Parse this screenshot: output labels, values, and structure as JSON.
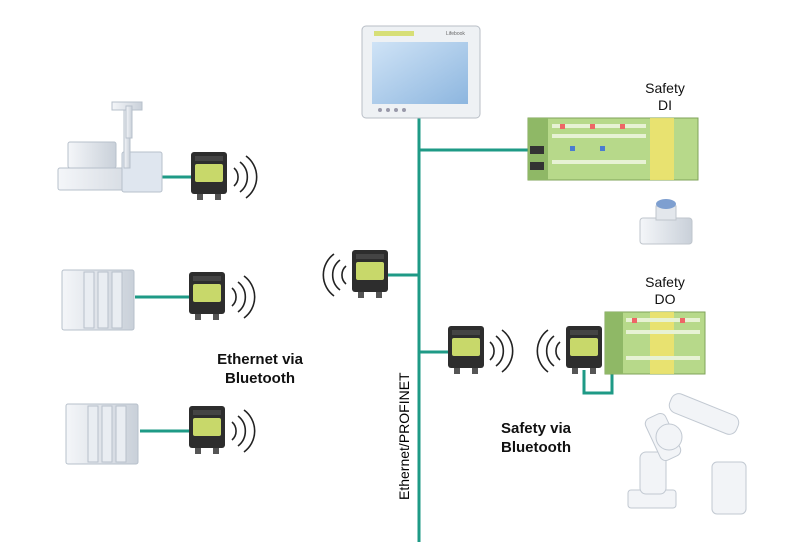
{
  "labels": {
    "ethernet_bt": [
      "Ethernet via",
      "Bluetooth"
    ],
    "safety_bt": [
      "Safety via",
      "Bluetooth"
    ],
    "safety_di": [
      "Safety",
      "DI"
    ],
    "safety_do": [
      "Safety",
      "DO"
    ],
    "network": "Ethernet/PROFINET",
    "hmi_brand": "Lifebook"
  },
  "colors": {
    "network_line": "#1e9a86",
    "module_green": "#b7d98a",
    "radio_body": "#2d2d2d",
    "radio_face": "#c8d86a",
    "safety_yellow": "#f1e36b"
  }
}
